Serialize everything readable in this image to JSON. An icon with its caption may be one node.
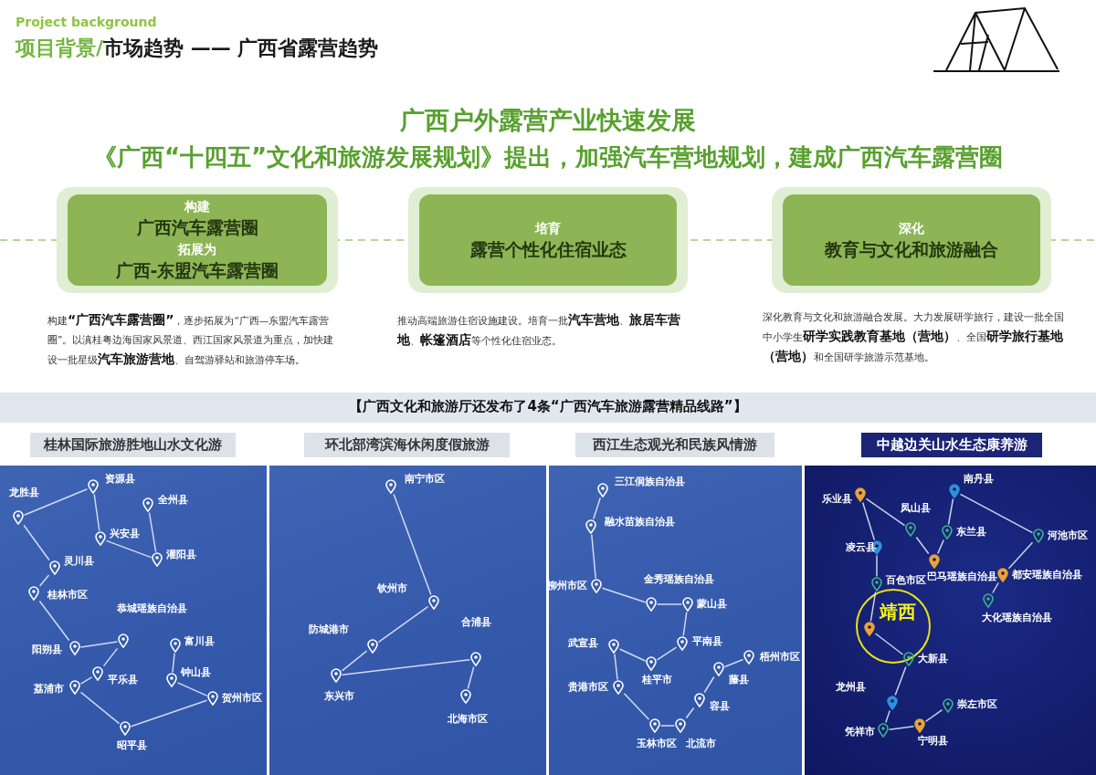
{
  "diagram": {
    "nodes": [
      {
        "text": [
          "构建",
          "广西汽车露营圈",
          "拓展为",
          "广西-东盟汽车露营圈"
        ],
        "beside": [
          "构建**“广西汽车露营圈”**，逐步拓展为“广西—东盟汽车露营圈”。以滇桂粤边海国家风景道、西江国家风景道为重点，加快建设一批星级**汽车旅游营地**、自驾游驿站和旅游停车场。"
        ]
      },
      {
        "text": [
          "培育",
          "露营个性化住宿业态"
        ],
        "beside": [
          "推动高端旅游住宿设施建设。培育一批**汽车营地**、**旅居车营地**、**帐篷酒店**等个性化住宿业态。"
        ]
      },
      {
        "text": [
          "深化",
          "教育与文化和旅游融合"
        ],
        "beside": [
          "深化教育与文化和旅游融合发展。大力发展研学旅行，建设一批全国中小学生**研学实践教育基地（营地）**、全国**研学旅行基地（营地）**和全国研学旅游示范基地。"
        ]
      },
      {
        "text": [
          "桂林国际旅游胜地山水文化游"
        ]
      },
      {
        "text": [
          "资源县"
        ],
        "in": 3
      },
      {
        "text": [
          "龙胜县"
        ],
        "in": 3
      },
      {
        "text": [
          "全州县"
        ],
        "in": 3
      },
      {
        "text": [
          "兴安县"
        ],
        "in": 3
      },
      {
        "text": [
          "灵川县"
        ],
        "in": 3
      },
      {
        "text": [
          "灌阳县"
        ],
        "in": 3
      },
      {
        "text": [
          "桂林市区"
        ],
        "in": 3
      },
      {
        "text": [
          "恭城瑶族自治县"
        ],
        "in": 3
      },
      {
        "text": [
          "阳朔县"
        ],
        "in": 3
      },
      {
        "text": [
          "富川县"
        ],
        "in": 3
      },
      {
        "text": [
          "平乐县"
        ],
        "in": 3
      },
      {
        "text": [
          "钟山县"
        ],
        "in": 3
      },
      {
        "text": [
          "荔浦市"
        ],
        "in": 3
      },
      {
        "text": [
          "贺州市区"
        ],
        "in": 3
      },
      {
        "text": [
          "昭平县"
        ],
        "in": 3
      },
      {
        "text": [
          "环北部湾滨海休闲度假旅游"
        ]
      },
      {
        "text": [
          "南宁市区"
        ],
        "in": 19
      },
      {
        "text": [
          "钦州市"
        ],
        "in": 19
      },
      {
        "text": [
          "防城港市"
        ],
        "in": 19
      },
      {
        "text": [
          "合浦县"
        ],
        "in": 19
      },
      {
        "text": [
          "东兴市"
        ],
        "in": 19
      },
      {
        "text": [
          "北海市区"
        ],
        "in": 19
      },
      {
        "text": [
          "西江生态观光和民族风情游"
        ]
      },
      {
        "text": [
          "三江侗族自治县"
        ],
        "in": 26
      },
      {
        "text": [
          "融水苗族自治县"
        ],
        "in": 26
      },
      {
        "text": [
          "柳州市区"
        ],
        "in": 26
      },
      {
        "text": [
          "金秀瑶族自治县"
        ],
        "in": 26
      },
      {
        "text": [
          "蒙山县"
        ],
        "in": 26
      },
      {
        "text": [
          "平南县"
        ],
        "in": 26
      },
      {
        "text": [
          "武宣县"
        ],
        "in": 26
      },
      {
        "text": [
          "梧州市区"
        ],
        "in": 26
      },
      {
        "text": [
          "桂平市"
        ],
        "in": 26
      },
      {
        "text": [
          "藤县"
        ],
        "in": 26
      },
      {
        "text": [
          "贵港市区"
        ],
        "in": 26
      },
      {
        "text": [
          "容县"
        ],
        "in": 26
      },
      {
        "text": [
          "玉林市区"
        ],
        "in": 26
      },
      {
        "text": [
          "北流市"
        ],
        "in": 26
      },
      {
        "text": [
          "中越边关山水生态康养游"
        ]
      },
      {
        "text": [
          "南丹县"
        ],
        "in": 41
      },
      {
        "text": [
          "乐业县"
        ],
        "in": 41
      },
      {
        "text": [
          "凤山县"
        ],
        "in": 41
      },
      {
        "text": [
          "东兰县"
        ],
        "in": 41
      },
      {
        "text": [
          "河池市区"
        ],
        "in": 41
      },
      {
        "text": [
          "凌云县"
        ],
        "in": 41
      },
      {
        "text": [
          "巴马瑶族自治县"
        ],
        "in": 41
      },
      {
        "text": [
          "都安瑶族自治县"
        ],
        "in": 41
      },
      {
        "text": [
          "百色市区"
        ],
        "in": 41
      },
      {
        "text": [
          "大化瑶族自治县"
        ],
        "in": 41
      },
      {
        "text": [
          "靖西"
        ],
        "in": 41
      },
      {
        "text": [
          "大新县"
        ],
        "in": 41
      },
      {
        "text": [
          "龙州县"
        ],
        "in": 41
      },
      {
        "text": [
          "崇左市区"
        ],
        "in": 41
      },
      {
        "text": [
          "凭祥市"
        ],
        "in": 41
      },
      {
        "text": [
          "宁明县"
        ],
        "in": 41
      }
    ],
    "edges": [
      {
        "from": 5,
        "to": 4,
        "arrow": "none"
      },
      {
        "from": 4,
        "to": 7,
        "arrow": "none"
      },
      {
        "from": 7,
        "to": 9,
        "arrow": "none"
      },
      {
        "from": 6,
        "to": 9,
        "arrow": "none"
      },
      {
        "from": 5,
        "to": 8,
        "arrow": "none"
      },
      {
        "from": 8,
        "to": 10,
        "arrow": "none"
      },
      {
        "from": 10,
        "to": 12,
        "arrow": "none"
      },
      {
        "from": 12,
        "to": 11,
        "arrow": "none"
      },
      {
        "from": 11,
        "to": 14,
        "arrow": "none"
      },
      {
        "from": 14,
        "to": 16,
        "arrow": "none"
      },
      {
        "from": 16,
        "to": 18,
        "arrow": "none"
      },
      {
        "from": 18,
        "to": 17,
        "arrow": "none"
      },
      {
        "from": 17,
        "to": 15,
        "arrow": "none"
      },
      {
        "from": 15,
        "to": 13,
        "arrow": "none"
      },
      {
        "from": 20,
        "to": 21,
        "arrow": "none"
      },
      {
        "from": 21,
        "to": 22,
        "arrow": "none"
      },
      {
        "from": 22,
        "to": 24,
        "arrow": "none"
      },
      {
        "from": 24,
        "to": 23,
        "arrow": "none"
      },
      {
        "from": 23,
        "to": 25,
        "arrow": "none"
      },
      {
        "from": 27,
        "to": 28,
        "arrow": "none"
      },
      {
        "from": 28,
        "to": 29,
        "arrow": "none"
      },
      {
        "from": 29,
        "to": 30,
        "arrow": "none"
      },
      {
        "from": 30,
        "to": 31,
        "arrow": "none"
      },
      {
        "from": 31,
        "to": 32,
        "arrow": "none"
      },
      {
        "from": 32,
        "to": 35,
        "arrow": "none"
      },
      {
        "from": 35,
        "to": 33,
        "arrow": "none"
      },
      {
        "from": 33,
        "to": 37,
        "arrow": "none"
      },
      {
        "from": 37,
        "to": 39,
        "arrow": "none"
      },
      {
        "from": 39,
        "to": 40,
        "arrow": "none"
      },
      {
        "from": 40,
        "to": 38,
        "arrow": "none"
      },
      {
        "from": 38,
        "to": 36,
        "arrow": "none"
      },
      {
        "from": 36,
        "to": 34,
        "arrow": "none"
      },
      {
        "from": 43,
        "to": 47,
        "arrow": "none"
      },
      {
        "from": 43,
        "to": 44,
        "arrow": "none"
      },
      {
        "from": 44,
        "to": 48,
        "arrow": "none"
      },
      {
        "from": 48,
        "to": 45,
        "arrow": "none"
      },
      {
        "from": 45,
        "to": 42,
        "arrow": "none"
      },
      {
        "from": 42,
        "to": 46,
        "arrow": "none"
      },
      {
        "from": 46,
        "to": 49,
        "arrow": "none"
      },
      {
        "from": 49,
        "to": 51,
        "arrow": "none"
      },
      {
        "from": 47,
        "to": 50,
        "arrow": "none"
      },
      {
        "from": 50,
        "to": 52,
        "arrow": "none"
      },
      {
        "from": 52,
        "to": 53,
        "arrow": "none"
      },
      {
        "from": 53,
        "to": 54,
        "arrow": "none"
      },
      {
        "from": 54,
        "to": 56,
        "arrow": "none"
      },
      {
        "from": 56,
        "to": 57,
        "arrow": "none"
      },
      {
        "from": 57,
        "to": 55,
        "arrow": "none"
      }
    ],
    "labels": [
      "Project background",
      "项目背景/",
      "市场趋势 —— 广西省露营趋势",
      "广西户外露营产业快速发展",
      "《广西“十四五”文化和旅游发展规划》提出，加强汽车营地规划，建成广西汽车露营圈",
      "【广西文化和旅游厅还发布了4条“广西汽车旅游露营精品线路”】"
    ]
  }
}
